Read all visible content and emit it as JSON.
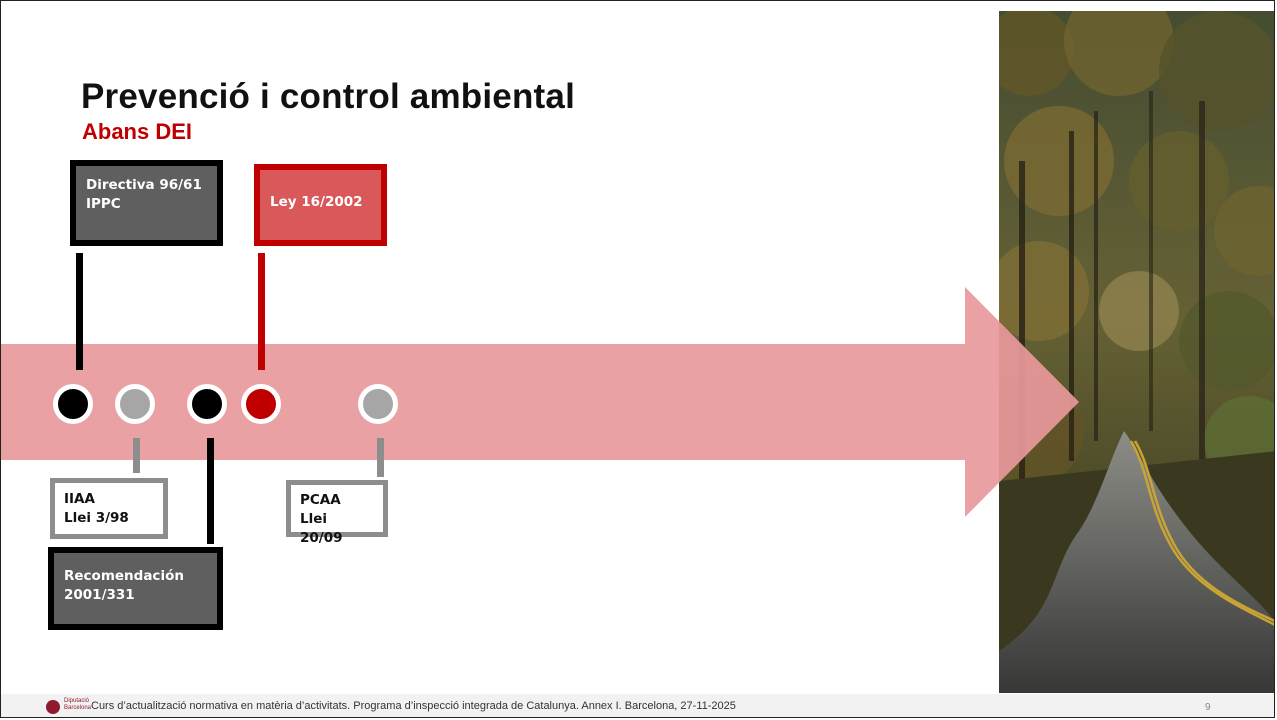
{
  "slide": {
    "title": "Prevenció i control ambiental",
    "subtitle": "Abans DEI",
    "page_number": "9"
  },
  "timeline": {
    "events": [
      {
        "id": "directiva",
        "lines": [
          "Directiva 96/61",
          "IPPC"
        ],
        "style": "dark",
        "position": "above"
      },
      {
        "id": "iiaa",
        "lines": [
          "IIAA",
          "Llei 3/98"
        ],
        "style": "grey",
        "position": "below"
      },
      {
        "id": "recomendacion",
        "lines": [
          "Recomendación",
          "2001/331"
        ],
        "style": "dark",
        "position": "below"
      },
      {
        "id": "ley16",
        "lines": [
          "Ley 16/2002"
        ],
        "style": "red",
        "position": "above"
      },
      {
        "id": "pcaa",
        "lines": [
          "PCAA",
          "Llei 20/09"
        ],
        "style": "grey",
        "position": "below"
      }
    ]
  },
  "footer": {
    "org_name": "Diputació Barcelona",
    "text": "Curs d’actualització normativa en matèria d’activitats. Programa d’inspecció integrada de Catalunya. Annex I. Barcelona, 27-11-2025"
  },
  "colors": {
    "accent_red": "#c00000",
    "arrow": "#e8999b",
    "dark_box": "#5f5f5f",
    "red_box": "#d9595b",
    "grey_border": "#8d8d8d"
  },
  "icons": [
    "forest-road-photo",
    "diputacio-logo-icon"
  ]
}
